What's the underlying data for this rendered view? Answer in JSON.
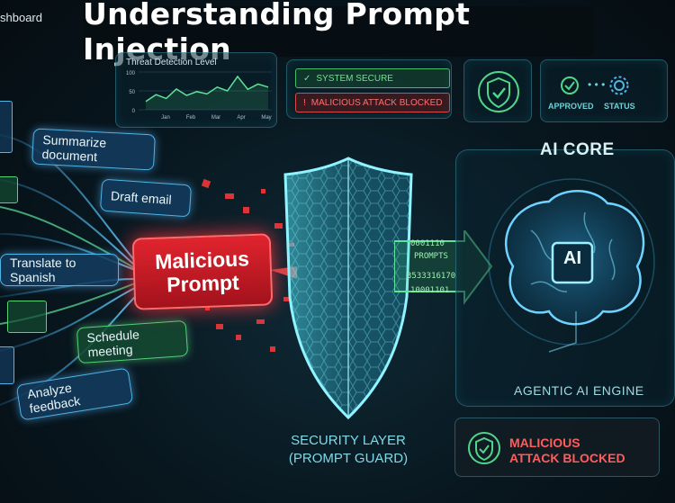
{
  "header": {
    "title": "Understanding Prompt Injection",
    "dashboard_label": "shboard"
  },
  "threat_chart": {
    "title": "Threat Detection Level",
    "chart_data": {
      "type": "line",
      "title": "Threat Detection Level",
      "categories": [
        "Jan",
        "Feb",
        "Mar",
        "Apr",
        "May"
      ],
      "y_ticks": [
        "100",
        "50",
        "0"
      ],
      "ylim": [
        0,
        100
      ],
      "values": [
        22,
        40,
        30,
        55,
        38,
        48,
        42,
        60,
        50,
        88,
        54,
        68,
        60
      ],
      "grid": true
    }
  },
  "status": {
    "secure": "SYSTEM SECURE",
    "blocked": "MALICIOUS ATTACK BLOCKED",
    "approved": "APPROVED",
    "status": "STATUS"
  },
  "prompts": {
    "summarize": "Summarize document",
    "draft": "Draft email",
    "translate": "Translate to Spanish",
    "schedule": "Schedule meeting",
    "analyze": "Analyze feedback"
  },
  "malicious": {
    "line1": "Malicious",
    "line2": "Prompt"
  },
  "security": {
    "line1": "SECURITY LAYER",
    "line2": "(PROMPT GUARD)"
  },
  "binary_stream": {
    "line1": "0001110",
    "line2": "PROMPTS",
    "line3": "3533316170",
    "line4": "10001101"
  },
  "core": {
    "title": "AI CORE",
    "chip": "AI",
    "engine": "AGENTIC AI ENGINE",
    "blocked_line1": "MALICIOUS",
    "blocked_line2": "ATTACK BLOCKED"
  },
  "colors": {
    "accent": "#4fd6e6",
    "danger": "#e0242e",
    "ok": "#53d47a",
    "background": "#08161e"
  }
}
